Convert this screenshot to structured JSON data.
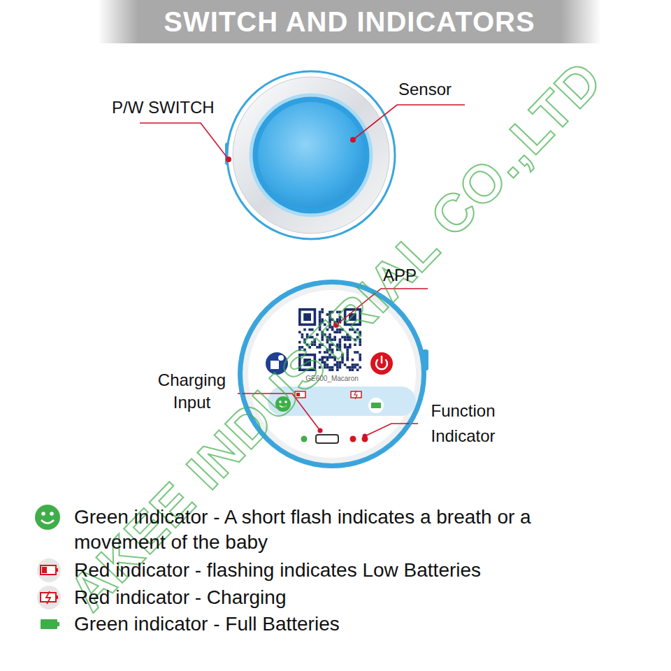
{
  "diagram": {
    "title": "SWITCH AND INDICATORS",
    "nodes": [
      {
        "text": [
          "GE600_Macaron"
        ]
      }
    ],
    "labels": [
      "P/W SWITCH",
      "Sensor",
      "APP",
      "Charging Input",
      "Function Indicator",
      "AKEE INDUSTRIAL CO.,LTD"
    ],
    "legend": [
      {
        "text": "Green indicator - A short flash indicates a breath or a movement of the baby"
      },
      {
        "text": "Red indicator - flashing indicates Low Batteries"
      },
      {
        "text": "Red indicator - Charging"
      },
      {
        "text": "Green indicator - Full Batteries"
      }
    ]
  }
}
